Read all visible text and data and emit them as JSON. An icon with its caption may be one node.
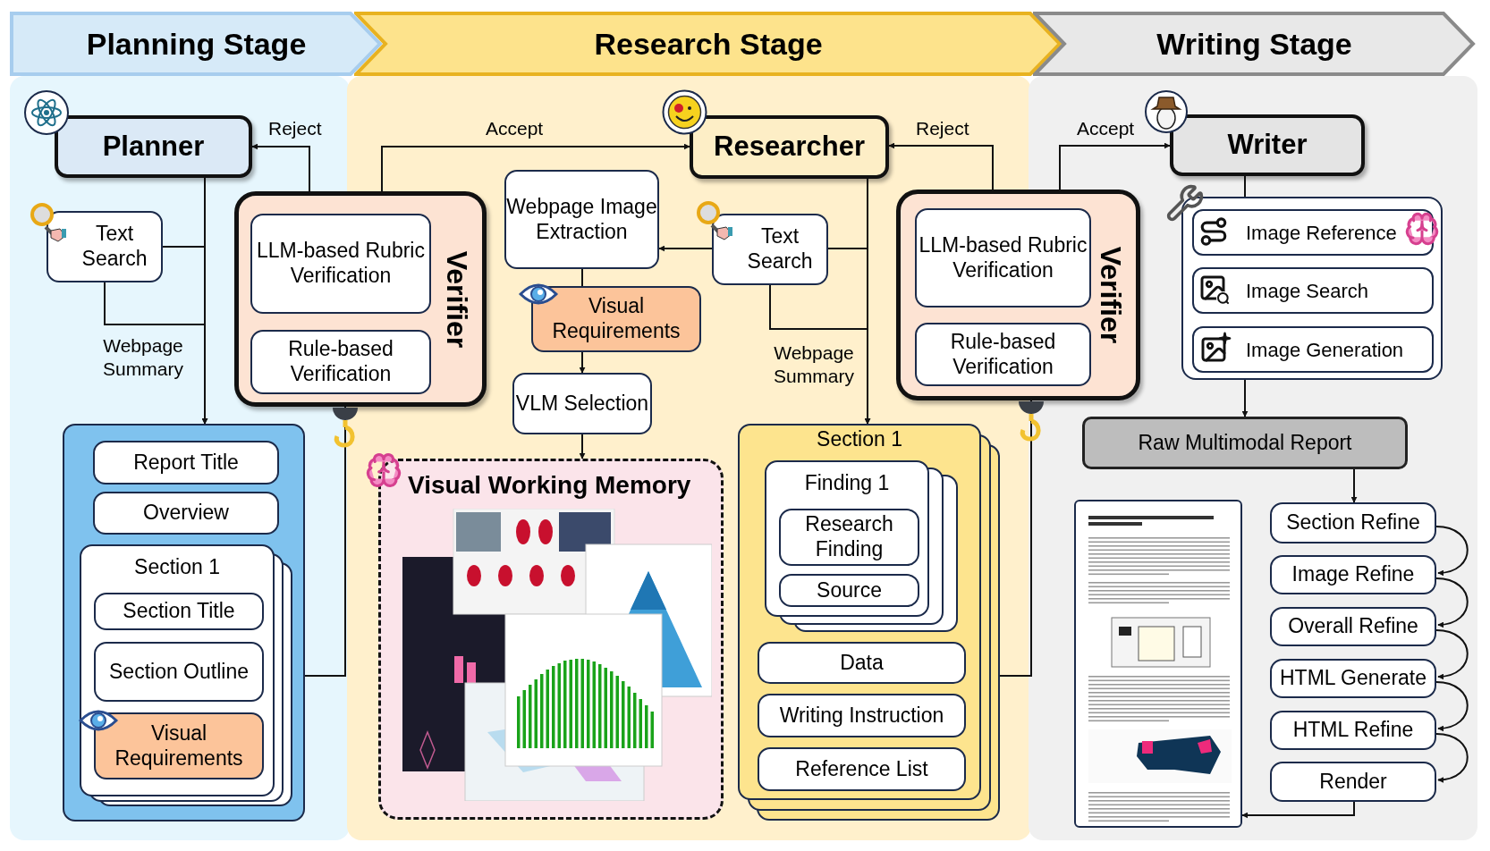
{
  "diagram": {
    "nodes": [
      {
        "text": [
          "Planning Stage"
        ]
      },
      {
        "text": [
          "Research Stage"
        ]
      },
      {
        "text": [
          "Writing Stage"
        ]
      },
      {
        "text": [
          "Planner"
        ]
      },
      {
        "text": [
          "Text Search"
        ]
      },
      {
        "text": [
          "Verifier"
        ]
      },
      {
        "text": [
          "LLM-based Rubric Verification"
        ],
        "in": 5
      },
      {
        "text": [
          "Rule-based Verification"
        ],
        "in": 5
      },
      {
        "text": [],
        "shape": "box"
      },
      {
        "text": [
          "Report Title"
        ],
        "in": 8
      },
      {
        "text": [
          "Overview"
        ],
        "in": 8
      },
      {
        "text": [
          "Section 1"
        ],
        "in": 8
      },
      {
        "text": [
          "Section Title"
        ],
        "in": 11
      },
      {
        "text": [
          "Section Outline"
        ],
        "in": 11
      },
      {
        "text": [
          "Visual Requirements"
        ],
        "in": 11
      },
      {
        "text": [
          "Researcher"
        ]
      },
      {
        "text": [
          "Webpage Image Extraction"
        ]
      },
      {
        "text": [
          "Text Search"
        ]
      },
      {
        "text": [
          "Visual Requirements"
        ]
      },
      {
        "text": [
          "VLM Selection"
        ]
      },
      {
        "text": [
          "Visual Working Memory"
        ]
      },
      {
        "text": [],
        "shape": "picture",
        "in": 20
      },
      {
        "text": [
          "Section 1"
        ]
      },
      {
        "text": [
          "Finding 1"
        ],
        "in": 22
      },
      {
        "text": [
          "Research Finding"
        ],
        "in": 23
      },
      {
        "text": [
          "Source"
        ],
        "in": 23
      },
      {
        "text": [
          "Data"
        ],
        "in": 22
      },
      {
        "text": [
          "Writing Instruction"
        ],
        "in": 22
      },
      {
        "text": [
          "Reference List"
        ],
        "in": 22
      },
      {
        "text": [
          "Verifier"
        ]
      },
      {
        "text": [
          "LLM-based Rubric Verification"
        ],
        "in": 29
      },
      {
        "text": [
          "Rule-based Verification"
        ],
        "in": 29
      },
      {
        "text": [
          "Writer"
        ]
      },
      {
        "text": [],
        "shape": "box"
      },
      {
        "text": [
          "Image Reference"
        ],
        "in": 33
      },
      {
        "text": [
          "Image Search"
        ],
        "in": 33
      },
      {
        "text": [
          "Image Generation"
        ],
        "in": 33
      },
      {
        "text": [
          "Raw Multimodal Report"
        ]
      },
      {
        "text": [],
        "shape": "picture"
      },
      {
        "text": [
          "Section Refine"
        ]
      },
      {
        "text": [
          "Image Refine"
        ]
      },
      {
        "text": [
          "Overall Refine"
        ]
      },
      {
        "text": [
          "HTML Generate"
        ]
      },
      {
        "text": [
          "HTML Refine"
        ]
      },
      {
        "text": [
          "Render"
        ]
      }
    ],
    "edges": [
      {
        "from": 3,
        "to": 8,
        "arrow": "to"
      },
      {
        "from": 3,
        "to": 4,
        "arrow": "none"
      },
      {
        "from": 4,
        "to": 8,
        "arrow": "to",
        "label": "Webpage Summary"
      },
      {
        "from": 8,
        "to": 5,
        "arrow": "to"
      },
      {
        "from": 5,
        "to": 3,
        "arrow": "to",
        "label": "Reject"
      },
      {
        "from": 5,
        "to": 15,
        "arrow": "to",
        "label": "Accept"
      },
      {
        "from": 15,
        "to": 22,
        "arrow": "to"
      },
      {
        "from": 15,
        "to": 17,
        "arrow": "none"
      },
      {
        "from": 17,
        "to": 16,
        "arrow": "to"
      },
      {
        "from": 17,
        "to": 22,
        "arrow": "to",
        "label": "Webpage Summary"
      },
      {
        "from": 16,
        "to": 18,
        "arrow": "none"
      },
      {
        "from": 18,
        "to": 19,
        "arrow": "to"
      },
      {
        "from": 19,
        "to": 20,
        "arrow": "to"
      },
      {
        "from": 22,
        "to": 29,
        "arrow": "to"
      },
      {
        "from": 29,
        "to": 15,
        "arrow": "to",
        "label": "Reject"
      },
      {
        "from": 29,
        "to": 32,
        "arrow": "to",
        "label": "Accept"
      },
      {
        "from": 32,
        "to": 33,
        "arrow": "none"
      },
      {
        "from": 33,
        "to": 37,
        "arrow": "to"
      },
      {
        "from": 37,
        "to": 39,
        "arrow": "to"
      },
      {
        "from": 39,
        "to": 40,
        "arrow": "to"
      },
      {
        "from": 40,
        "to": 41,
        "arrow": "to"
      },
      {
        "from": 41,
        "to": 42,
        "arrow": "to"
      },
      {
        "from": 42,
        "to": 43,
        "arrow": "to"
      },
      {
        "from": 43,
        "to": 44,
        "arrow": "to"
      },
      {
        "from": 44,
        "to": 38,
        "arrow": "to"
      }
    ]
  }
}
